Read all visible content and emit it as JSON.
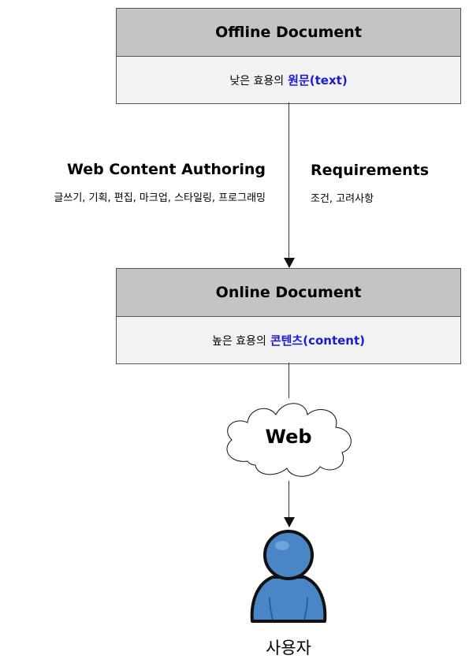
{
  "offline": {
    "title": "Offline Document",
    "body_plain": "낮은 효용의",
    "body_highlight": "원문(text)"
  },
  "left_label": {
    "title": "Web Content Authoring",
    "subtitle": "글쓰기, 기획, 편집, 마크업, 스타일링, 프로그래밍"
  },
  "right_label": {
    "title": "Requirements",
    "subtitle": "조건, 고려사항"
  },
  "online": {
    "title": "Online Document",
    "body_plain": "높은 효용의",
    "body_highlight": "콘텐츠(content)"
  },
  "cloud": {
    "label": "Web"
  },
  "user": {
    "label": "사용자"
  },
  "colors": {
    "header_fill": "#c4c4c4",
    "body_fill": "#f2f2f2",
    "highlight_text": "#1a1ad6",
    "user_icon": "#4a86c6"
  },
  "icons": [
    "cloud-icon",
    "user-icon",
    "arrow-down-icon"
  ]
}
